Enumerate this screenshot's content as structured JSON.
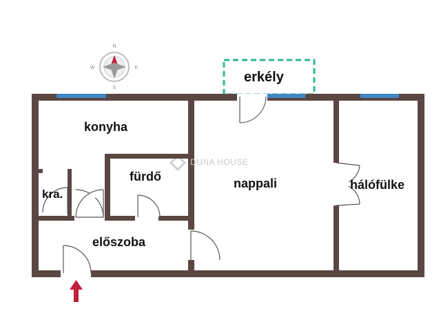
{
  "compass": {
    "north": "N",
    "east": "E",
    "south": "S",
    "west": "W"
  },
  "rooms": {
    "konyha": "konyha",
    "furdo": "fürdő",
    "kamra": "kra.",
    "eloszoba": "előszoba",
    "nappali": "nappali",
    "halofulke": "hálófülke",
    "erkely": "erkély"
  },
  "watermark": "DUNA HOUSE",
  "colors": {
    "wall": "#5a4743",
    "window": "#3f86c7",
    "balcony_outline": "#2bb894",
    "entrance_arrow": "#c0203a"
  }
}
